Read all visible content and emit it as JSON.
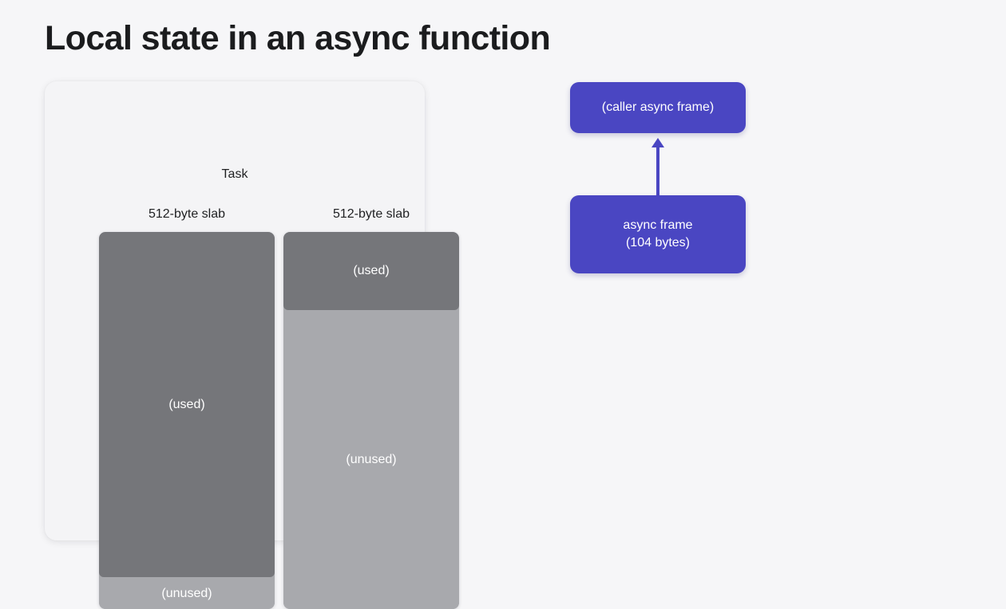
{
  "slide": {
    "title": "Local state in an async function",
    "background_color": "#f6f6f8"
  },
  "task_panel": {
    "label": "Task",
    "panel_color": "#f4f4f6",
    "used_color": "#75767a",
    "unused_color": "#a8a9ad",
    "slabs": [
      {
        "caption": "512-byte slab",
        "segments": [
          {
            "label": "(used)",
            "state": "used",
            "flex": 435
          },
          {
            "label": "(unused)",
            "state": "unused",
            "flex": 38
          }
        ]
      },
      {
        "caption": "512-byte slab",
        "segments": [
          {
            "label": "(used)",
            "state": "used",
            "flex": 98
          },
          {
            "label": "(unused)",
            "state": "unused",
            "flex": 375
          }
        ]
      }
    ]
  },
  "frame_diagram": {
    "accent_color": "#4a46c2",
    "caller_box": {
      "label": "(caller async frame)"
    },
    "callee_box": {
      "line1": "async frame",
      "line2": "(104 bytes)"
    },
    "arrow": {
      "direction": "up",
      "icon": "arrow-up-icon"
    }
  }
}
